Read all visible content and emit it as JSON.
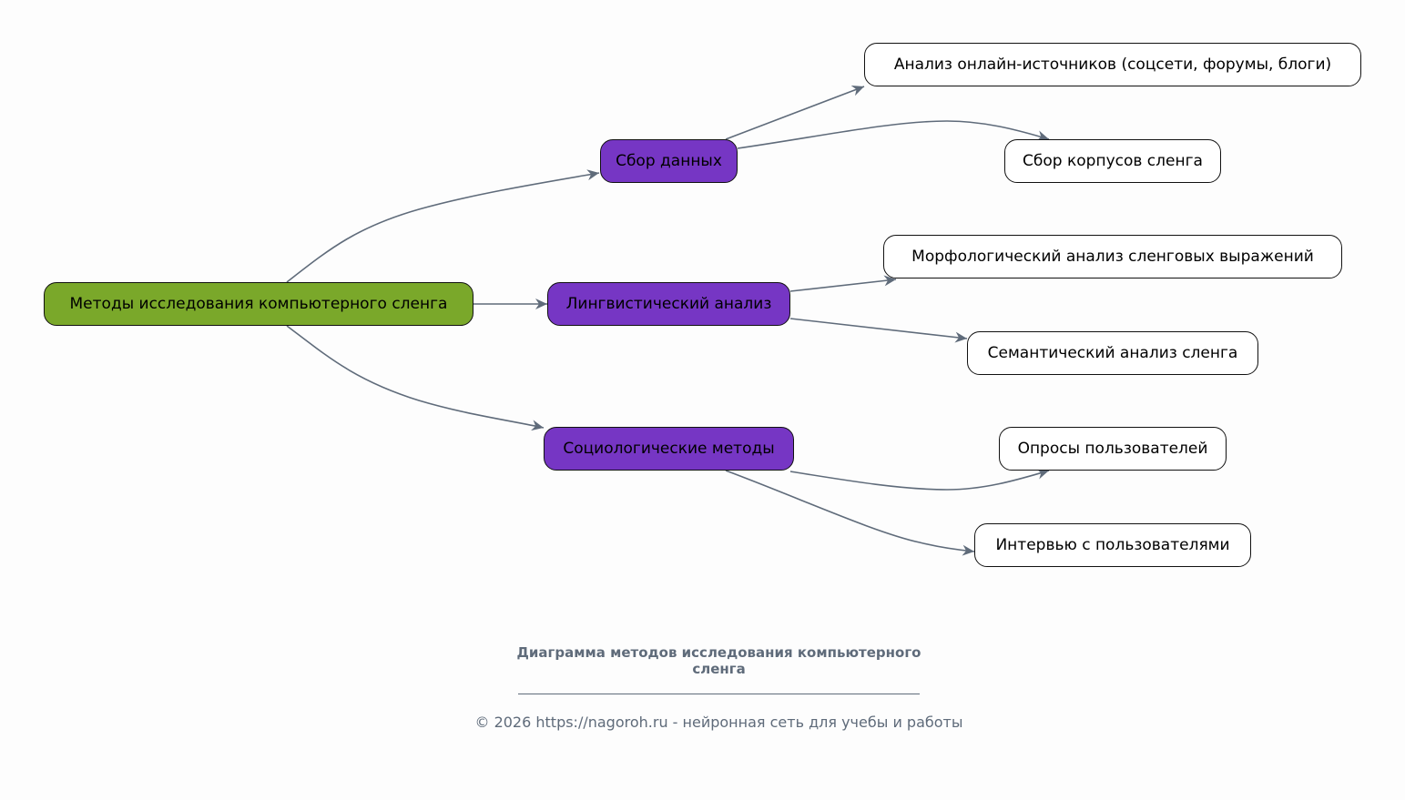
{
  "diagram": {
    "root": {
      "label": "Методы исследования компьютерного сленга",
      "color": "#7aa82a"
    },
    "branches": [
      {
        "label": "Сбор данных",
        "color": "#7636c4",
        "children": [
          "Анализ онлайн-источников (соцсети, форумы, блоги)",
          "Сбор корпусов сленга"
        ]
      },
      {
        "label": "Лингвистический анализ",
        "color": "#7636c4",
        "children": [
          "Морфологический анализ сленговых выражений",
          "Семантический анализ сленга"
        ]
      },
      {
        "label": "Социологические методы",
        "color": "#7636c4",
        "children": [
          "Опросы пользователей",
          "Интервью с пользователями"
        ]
      }
    ],
    "edge_color": "#5f6b7a"
  },
  "caption": {
    "title_line1": "Диаграмма методов исследования компьютерного",
    "title_line2": "сленга",
    "footer": "© 2026 https://nagoroh.ru - нейронная сеть для учебы и работы"
  }
}
